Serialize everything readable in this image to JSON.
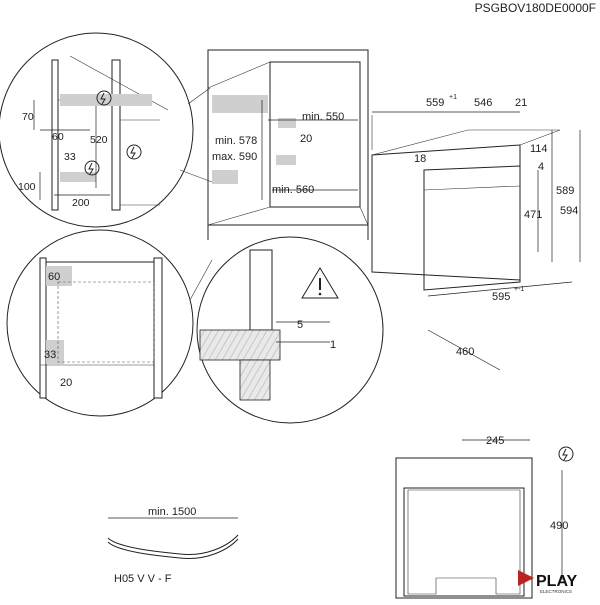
{
  "model_code": "PSGBOV180DE0000F",
  "detail_top_left": {
    "labels": {
      "d70": "70",
      "d60": "60",
      "d520": "520",
      "d33": "33",
      "d100": "100",
      "d200": "200"
    }
  },
  "cabinet": {
    "labels": {
      "min550": "min. 550",
      "min578": "min. 578",
      "max590": "max. 590",
      "d20": "20",
      "min560": "min. 560"
    }
  },
  "oven_dims": {
    "labels": {
      "d559": "559",
      "d559_sup": "+1",
      "d546": "546",
      "d21": "21",
      "d18": "18",
      "d114": "114",
      "d4": "4",
      "d589": "589",
      "d594": "594",
      "d471": "471",
      "d595": "595",
      "d595_sup": "+-1",
      "d460": "460"
    }
  },
  "detail_bottom_left": {
    "labels": {
      "d60": "60",
      "d33": "33",
      "d20": "20"
    }
  },
  "detail_mid": {
    "labels": {
      "d5": "5",
      "d1": "1"
    }
  },
  "cable": {
    "labels": {
      "min1500": "min. 1500",
      "type": "H05 V V - F"
    }
  },
  "rear_view": {
    "labels": {
      "d245": "245",
      "d490": "490"
    }
  },
  "logo": {
    "text": "PLAY",
    "subtext": "ELECTRONICS"
  }
}
